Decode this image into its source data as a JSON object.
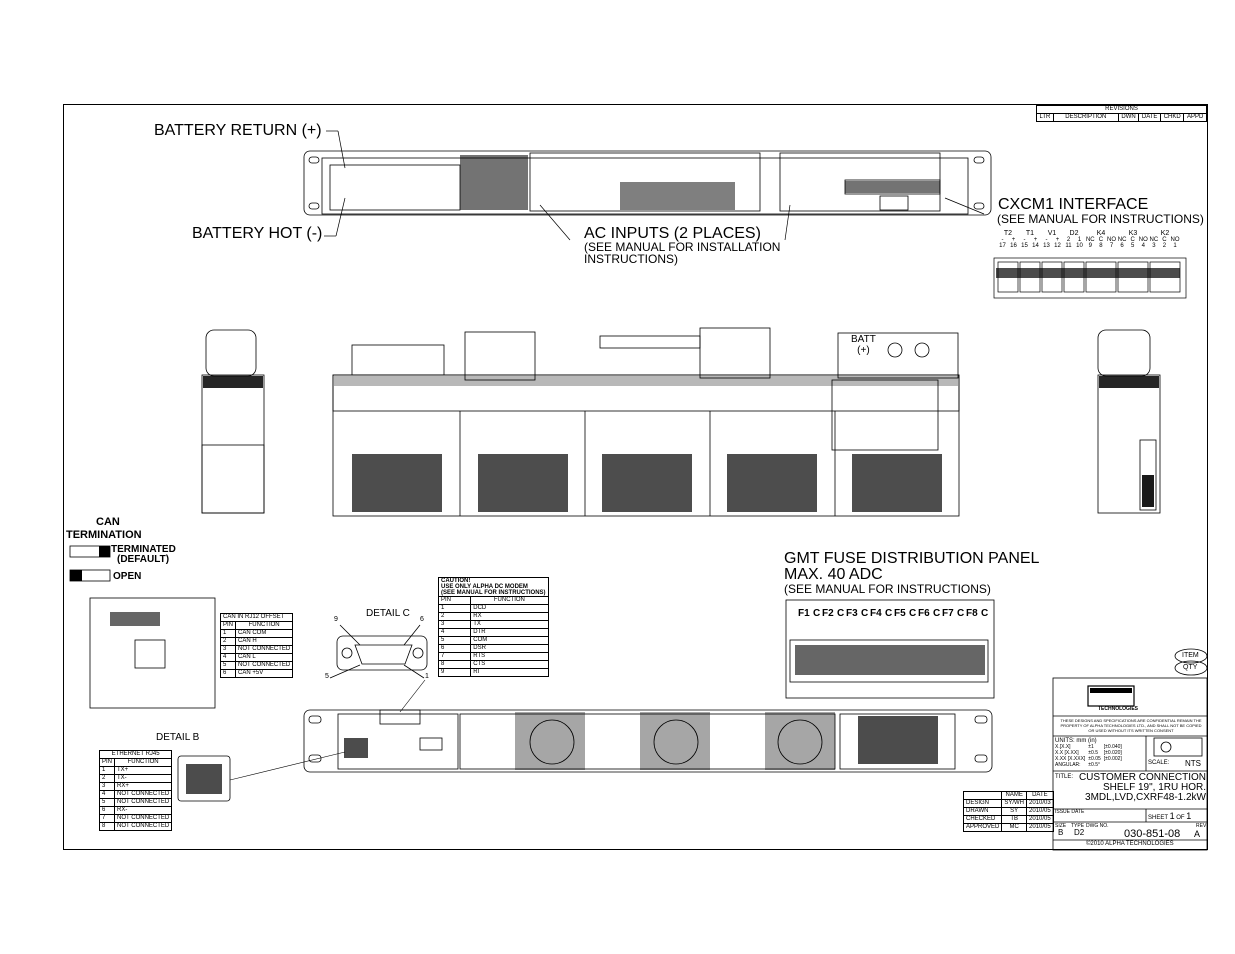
{
  "revisions": {
    "title": "REVISIONS",
    "columns": [
      "LTR",
      "DESCRIPTION",
      "DWN",
      "DATE",
      "CHKD",
      "APPD"
    ]
  },
  "callouts": {
    "battery_return": "BATTERY RETURN (+)",
    "battery_hot": "BATTERY HOT (-)",
    "ac_inputs": "AC INPUTS (2 PLACES)",
    "ac_inputs_note_1": "(SEE MANUAL FOR INSTALLATION",
    "ac_inputs_note_2": "INSTRUCTIONS)",
    "cxcm1": "CXCM1 INTERFACE",
    "cxcm1_note": "(SEE MANUAL FOR INSTRUCTIONS)",
    "batt_plus_1": "BATT",
    "batt_plus_2": "(+)",
    "gmt_1": "GMT FUSE DISTRIBUTION PANEL",
    "gmt_2": "MAX. 40 ADC",
    "gmt_note": "(SEE MANUAL FOR INSTRUCTIONS)",
    "detail_b": "DETAIL B",
    "detail_c": "DETAIL C",
    "item": "ITEM",
    "qty": "QTY"
  },
  "cxcm1_terminals": {
    "groups": [
      "T2",
      "T1",
      "V1",
      "D2",
      "K4",
      "K3",
      "K2"
    ],
    "signs": [
      "-",
      "+",
      "-",
      "+",
      "-",
      "+",
      "2",
      "1",
      "NC",
      "C",
      "NO",
      "NC",
      "C",
      "NO",
      "NC",
      "C",
      "NO"
    ],
    "pins": [
      "17",
      "16",
      "15",
      "14",
      "13",
      "12",
      "11",
      "10",
      "9",
      "8",
      "7",
      "6",
      "5",
      "4",
      "3",
      "2",
      "1"
    ]
  },
  "can_termination": {
    "title_1": "CAN",
    "title_2": "TERMINATION",
    "terminated_1": "TERMINATED",
    "terminated_2": "(DEFAULT)",
    "open": "OPEN"
  },
  "can_table": {
    "title": "CAN IN RJ12 OFFSET",
    "header": [
      "PIN",
      "FUNCTION"
    ],
    "rows": [
      [
        "1",
        "CAN COM"
      ],
      [
        "2",
        "CAN H"
      ],
      [
        "3",
        "NOT CONNECTED"
      ],
      [
        "4",
        "CAN L"
      ],
      [
        "5",
        "NOT CONNECTED"
      ],
      [
        "6",
        "CAN +5V"
      ]
    ]
  },
  "modem_table": {
    "caution_1": "CAUTION!",
    "caution_2": "USE ONLY ALPHA DC MODEM",
    "caution_3": "(SEE MANUAL FOR INSTRUCTIONS)",
    "header": [
      "PIN",
      "FUNCTION"
    ],
    "rows": [
      [
        "1",
        "DCD"
      ],
      [
        "2",
        "RX"
      ],
      [
        "3",
        "TX"
      ],
      [
        "4",
        "DTR"
      ],
      [
        "5",
        "COM"
      ],
      [
        "6",
        "DSR"
      ],
      [
        "7",
        "RTS"
      ],
      [
        "8",
        "CTS"
      ],
      [
        "9",
        "RI"
      ]
    ]
  },
  "ethernet_table": {
    "title": "ETHERNET RJ45",
    "header": [
      "PIN",
      "FUNCTION"
    ],
    "rows": [
      [
        "1",
        "TX+"
      ],
      [
        "2",
        "TX-"
      ],
      [
        "3",
        "RX+"
      ],
      [
        "4",
        "NOT CONNECTED"
      ],
      [
        "5",
        "NOT CONNECTED"
      ],
      [
        "6",
        "RX-"
      ],
      [
        "7",
        "NOT CONNECTED"
      ],
      [
        "8",
        "NOT CONNECTED"
      ]
    ]
  },
  "db9_pins": {
    "p9": "9",
    "p6": "6",
    "p5": "5",
    "p1": "1"
  },
  "fuses": [
    "F1",
    "C",
    "F2",
    "C",
    "F3",
    "C",
    "F4",
    "C",
    "F5",
    "C",
    "F6",
    "C",
    "F7",
    "C",
    "F8",
    "C"
  ],
  "title_block": {
    "company": "TECHNOLOGIES",
    "confidential": "THESE DESIGNS AND SPECIFICATIONS ARE CONFIDENTIAL REMAIN THE PROPERTY OF ALPHA TECHNOLOGIES LTD., AND SHALL NOT BE COPIED OR USED WITHOUT ITS WRITTEN CONSENT",
    "units": "UNITS: mm (in)",
    "tol_rows": [
      [
        "X.[X.X]",
        "±1",
        "[±0.040]"
      ],
      [
        "X.X [X.XX]",
        "±0.5",
        "[±0.020]"
      ],
      [
        "X.XX [X.XXX]",
        "±0.05",
        "[±0.002]"
      ],
      [
        "ANGULAR:",
        "±0.5°",
        ""
      ]
    ],
    "scale_label": "SCALE:",
    "scale": "NTS",
    "title_label": "TITLE:",
    "title_1": "CUSTOMER CONNECTION",
    "title_2": "SHELF 19\", 1RU HOR.",
    "title_3": "3MDL,LVD,CXRF48-1.2kW",
    "issue_label": "ISSUE DATE",
    "sheet_label": "SHEET",
    "sheet": "1",
    "of_label": "OF",
    "sheets": "1",
    "size_label": "SIZE",
    "size": "B",
    "type_label": "TYPE",
    "type": "D2",
    "dwg_label": "DWG NO.",
    "dwg_no": "030-851-08",
    "rev_label": "REV",
    "rev": "A",
    "copyright": "©2010 ALPHA TECHNOLOGIES",
    "approvals_header": [
      "",
      "NAME",
      "DATE"
    ],
    "approvals": [
      [
        "DESIGN",
        "SY/WH",
        "2010/03"
      ],
      [
        "DRAWN",
        "SY",
        "2010/05"
      ],
      [
        "CHECKED",
        "TB",
        "2010/05"
      ],
      [
        "APPROVED",
        "MC",
        "2010/05"
      ]
    ]
  }
}
